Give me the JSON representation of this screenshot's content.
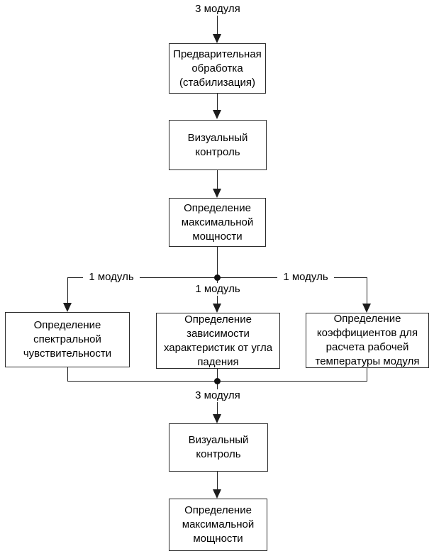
{
  "diagram": {
    "colors": {
      "background": "#ffffff",
      "line": "#222222",
      "box_border": "#2a2a2a",
      "text": "#000000"
    },
    "flow_labels": {
      "top_count": "3 модуля",
      "branch_left_count": "1 модуль",
      "branch_center_count": "1 модуль",
      "branch_right_count": "1 модуль",
      "merge_count": "3 модуля"
    },
    "nodes": {
      "preprocessing": {
        "label": "Предварительная\nобработка\n(стабилизация)"
      },
      "visual_control_1": {
        "label": "Визуальный\nконтроль"
      },
      "max_power_1": {
        "label": "Определение\nмаксимальной\nмощности"
      },
      "spectral_sensitivity": {
        "label": "Определение\nспектральной\nчувствительности"
      },
      "angle_dependence": {
        "label": "Определение\nзависимости\nхарактеристик от угла\nпадения"
      },
      "temperature_coefficients": {
        "label": "Определение\nкоэффициентов для\nрасчета рабочей\nтемпературы модуля"
      },
      "visual_control_2": {
        "label": "Визуальный\nконтроль"
      },
      "max_power_2": {
        "label": "Определение\nмаксимальной\nмощности"
      }
    }
  }
}
